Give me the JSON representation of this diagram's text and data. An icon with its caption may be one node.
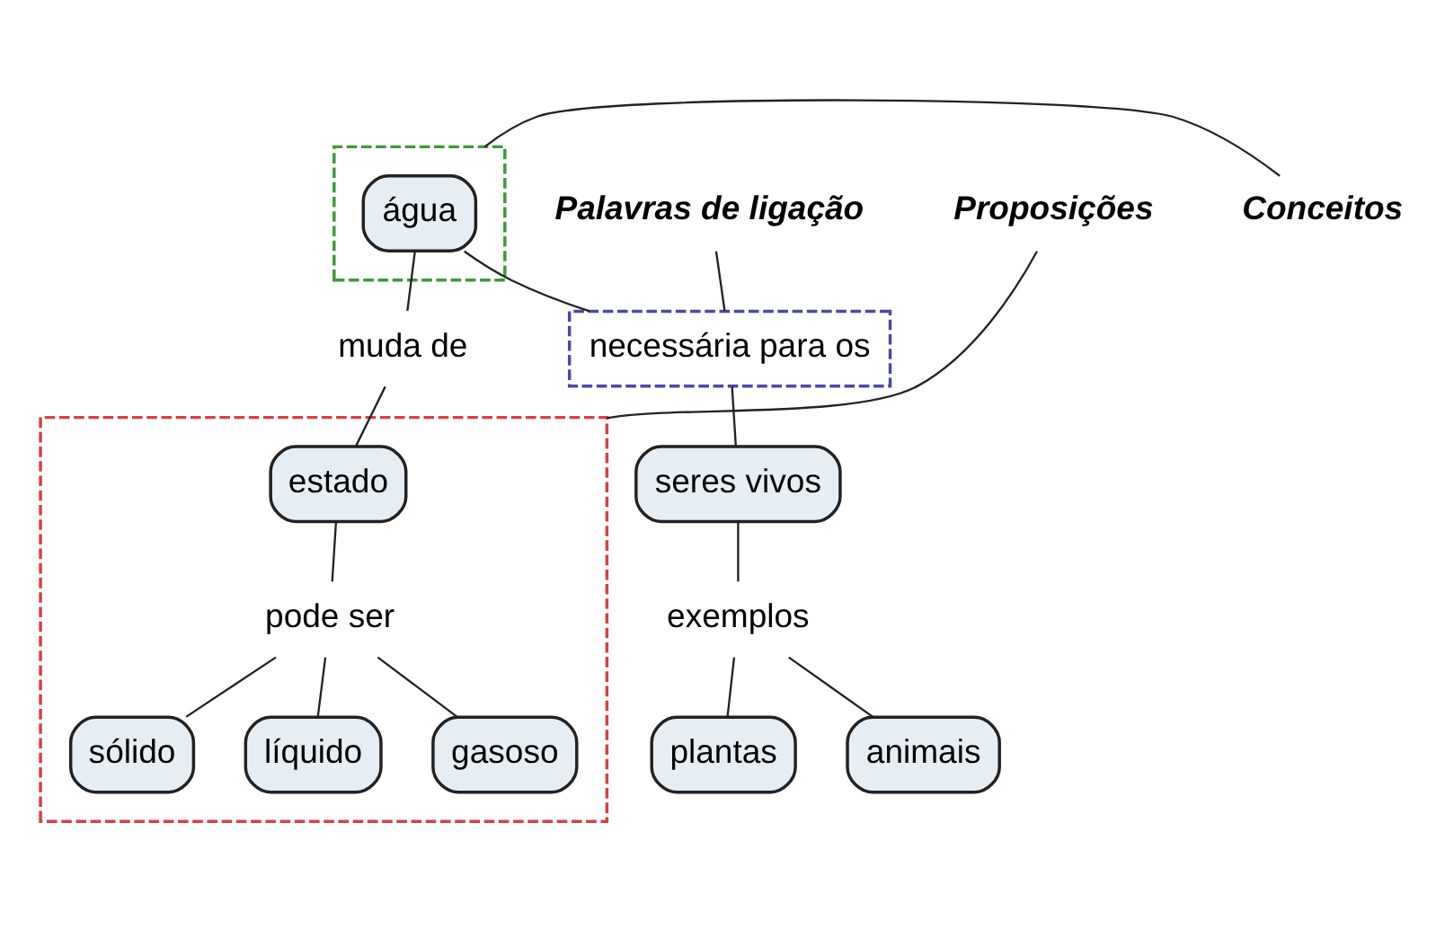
{
  "diagram": {
    "nodes": [
      {
        "text": [],
        "shape": "box"
      },
      {
        "text": [
          "água"
        ],
        "in": 0
      },
      {
        "text": [
          "Conceitos"
        ]
      },
      {
        "text": [
          "necessária para os"
        ]
      },
      {
        "text": [
          "Palavras de ligação"
        ]
      },
      {
        "text": [
          "seres vivos"
        ]
      },
      {
        "text": [
          "exemplos"
        ]
      },
      {
        "text": [
          "plantas"
        ]
      },
      {
        "text": [
          "animais"
        ]
      },
      {
        "text": [
          "muda de"
        ]
      },
      {
        "text": [],
        "shape": "box"
      },
      {
        "text": [
          "estado"
        ],
        "in": 10
      },
      {
        "text": [
          "pode ser"
        ],
        "in": 10
      },
      {
        "text": [
          "sólido"
        ],
        "in": 10
      },
      {
        "text": [
          "líquido"
        ],
        "in": 10
      },
      {
        "text": [
          "gasoso"
        ],
        "in": 10
      },
      {
        "text": [
          "Proposições"
        ]
      }
    ],
    "edges": [
      {
        "from": 2,
        "to": 0,
        "arrow": "none"
      },
      {
        "from": 1,
        "to": 3,
        "arrow": "none"
      },
      {
        "from": 4,
        "to": 3,
        "arrow": "none"
      },
      {
        "from": 3,
        "to": 5,
        "arrow": "none"
      },
      {
        "from": 5,
        "to": 6,
        "arrow": "none"
      },
      {
        "from": 6,
        "to": 7,
        "arrow": "none"
      },
      {
        "from": 6,
        "to": 8,
        "arrow": "none"
      },
      {
        "from": 1,
        "to": 9,
        "arrow": "none"
      },
      {
        "from": 9,
        "to": 11,
        "arrow": "none"
      },
      {
        "from": 11,
        "to": 12,
        "arrow": "none"
      },
      {
        "from": 12,
        "to": 13,
        "arrow": "none"
      },
      {
        "from": 12,
        "to": 14,
        "arrow": "none"
      },
      {
        "from": 12,
        "to": 15,
        "arrow": "none"
      },
      {
        "from": 16,
        "to": 10,
        "arrow": "none"
      }
    ]
  }
}
